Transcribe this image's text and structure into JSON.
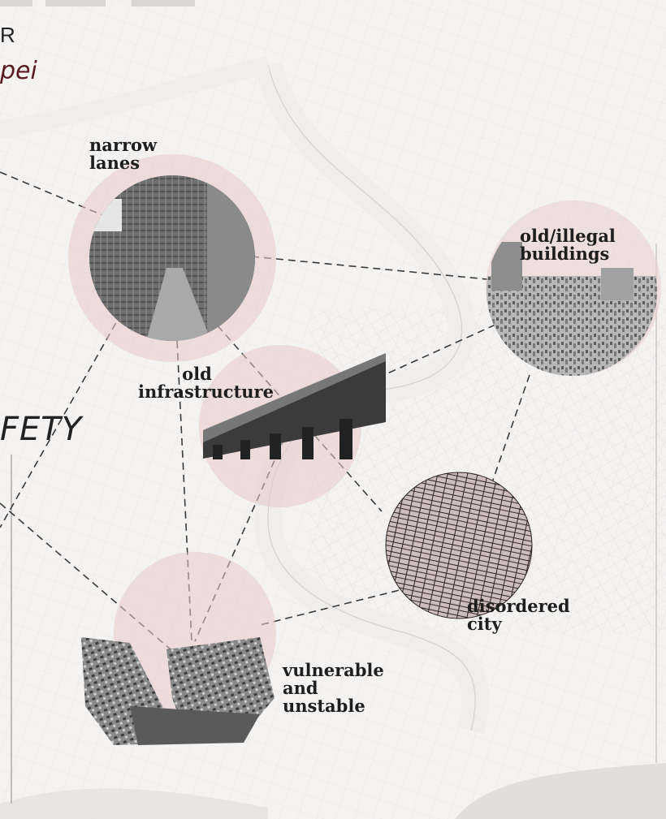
{
  "header": {
    "line1": "R",
    "line2": "pei",
    "big_word": "FETY"
  },
  "nodes": [
    {
      "id": "narrow-lanes",
      "label": "narrow\nlanes"
    },
    {
      "id": "old-illegal-buildings",
      "label": "old/illegal\nbuildings"
    },
    {
      "id": "old-infrastructure",
      "label": "old\ninfrastructure"
    },
    {
      "id": "disordered-city",
      "label": "disordered\ncity"
    },
    {
      "id": "vulnerable-unstable",
      "label": "vulnerable\nand\nunstable"
    }
  ],
  "colors": {
    "circle_fill": "#e7c9c9",
    "accent_text": "#5b1a22",
    "dash_line": "#3a3a3a",
    "map_line": "#c9c7c5"
  }
}
